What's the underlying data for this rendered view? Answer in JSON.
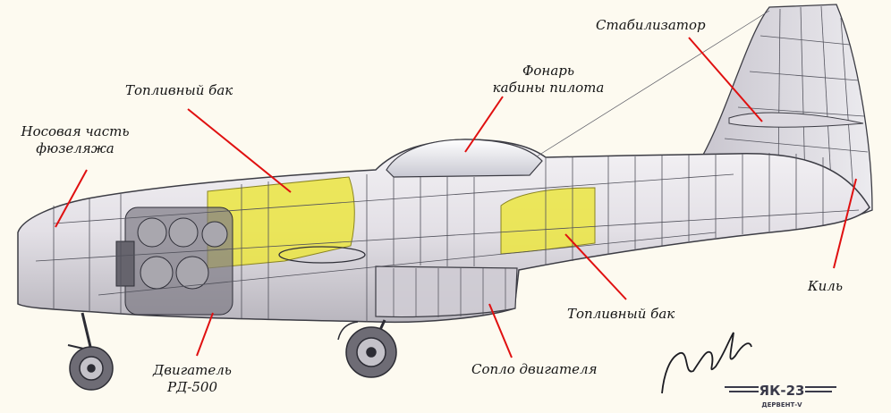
{
  "labels": {
    "stabilizer": "Стабилизатор",
    "canopy_line1": "Фонарь",
    "canopy_line2": "кабины пилота",
    "fuel_tank_top": "Топливный бак",
    "nose_line1": "Носовая часть",
    "nose_line2": "фюзеляжа",
    "fin": "Киль",
    "fuel_tank_bottom": "Топливный бак",
    "engine_line1": "Двигатель",
    "engine_line2": "РД-500",
    "nozzle": "Сопло двигателя"
  },
  "logo": {
    "name": "ЯК-23",
    "subtitle": "ДЕРВЕНТ-V"
  },
  "colors": {
    "background": "#fdfaf0",
    "leader_line": "#e01010",
    "fuselage": "#e9e6ea",
    "fuel_tank": "#ece53a",
    "structure": "#3c3c44"
  }
}
